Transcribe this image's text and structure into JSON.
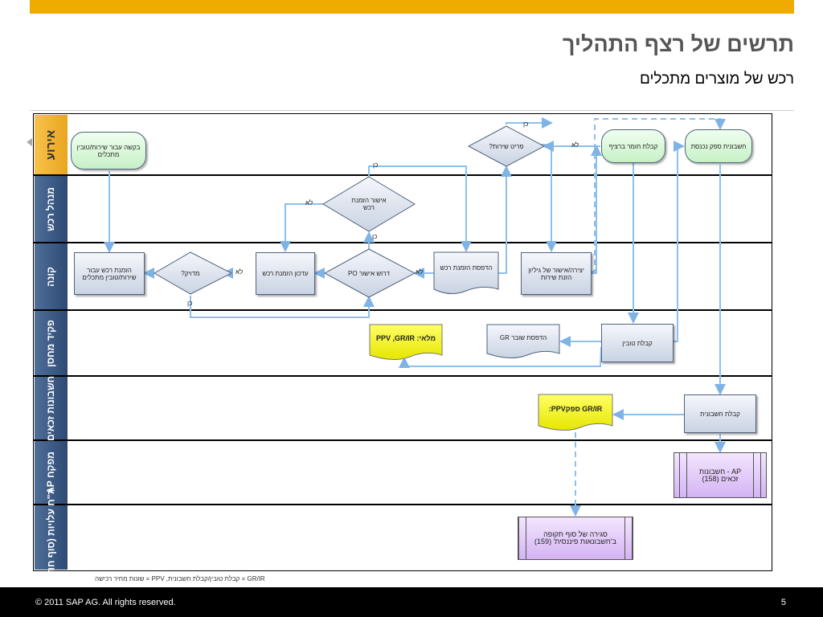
{
  "slide": {
    "title": "תרשים של רצף התהליך",
    "subtitle": "רכש של מוצרים מתכלים",
    "footnote": "GR/IR = קבלת טובין/קבלת חשבונית, PPV = שונות מחיר רכישה",
    "copyright": "© 2011 SAP AG. All rights reserved.",
    "page_number": "5",
    "accent_color": "#f0ab00"
  },
  "lanes": [
    "אירוע",
    "מנהל רכש",
    "קונה",
    "פקיד מחסן",
    "חשבונות זכאים",
    "מפקח AP",
    "ר\"ח עלויות (סוף חודש)"
  ],
  "nodes": {
    "request": "בקשה עבור שירות/טובין מתכלים",
    "material_receipt": "קבלת חומר ברציף",
    "vendor_invoice": "חשבונית ספק נכנסת",
    "service_item_q": "פריט שירות?",
    "po_approval_q": "אישור הזמנת רכש",
    "po_create": "הזמנת רכש עבור שירות/טובין מתכלים",
    "accurate_q": "מדויק?",
    "po_update": "עדכון הזמנת רכש",
    "po_approval_needed_q": "דרוש אישור PO",
    "po_print": "הדפסת הזמנת רכש",
    "service_sheet": "יצירה/אישור של גיליון הזנת שירות",
    "goods_receipt": "קבלת טובין",
    "gr_print": "הדפסת שובר GR",
    "stock_doc": "מלאי: PPV ,GR/IR",
    "invoice_receipt": "קבלת חשבונית",
    "grir_doc": "GR/IR ספקPPV:",
    "ap_accounts": "AP - חשבונות זכאים (158)",
    "period_close": "סגירה של סוף תקופה ב'חשבונאות פיננסית' (159)"
  },
  "edge_labels": {
    "yes": "כן",
    "no": "לא"
  }
}
